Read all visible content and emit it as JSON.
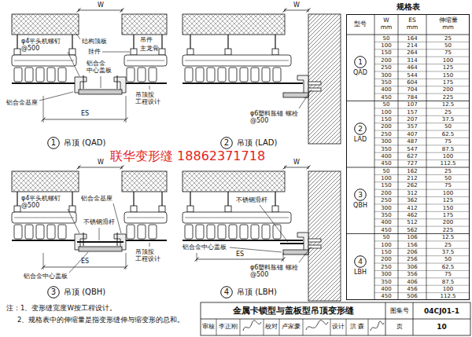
{
  "diagram": {
    "title": "金属卡锁型与盖板型吊顶变形缝",
    "nodes": [
      {
        "text": [
          "1",
          "吊顶 (QAD)"
        ]
      },
      {
        "text": [
          "2",
          "吊顶 (LAD)"
        ]
      },
      {
        "text": [
          "3",
          "吊顶 (QBH)"
        ]
      },
      {
        "text": [
          "4",
          "吊顶 (LBH)"
        ]
      },
      {
        "text": [
          "规格表"
        ]
      },
      {
        "text": [
          "1",
          "QAD"
        ],
        "in": 4
      },
      {
        "text": [
          "2",
          "LAD"
        ],
        "in": 4
      },
      {
        "text": [
          "3",
          "QBH"
        ],
        "in": 4
      },
      {
        "text": [
          "4",
          "LBH"
        ],
        "in": 4
      }
    ],
    "labels": [
      "W",
      "结构顶板",
      "吊件",
      "φ4平头机螺钉 @500",
      "挂件",
      "主龙骨",
      "铝合金 中心盖板",
      "铝合金基座",
      "ES",
      "吊顶按 工程设计",
      "W",
      "φ6塑料胀锚 螺栓@500",
      "W",
      "铝合金基座",
      "φ4平头机螺钉 @500",
      "不锈钢滑杆",
      "铝合金中心盖板",
      "吊顶按 工程设计",
      "ES",
      "W",
      "不锈钢滑杆",
      "铝合金中心盖板",
      "φ6塑料胀锚 螺栓@500",
      "ES",
      "联华变形缝 18862371718",
      "型号",
      "W mm",
      "ES mm",
      "伸缩量 mm",
      "50",
      "164",
      "25",
      "100",
      "214",
      "50",
      "150",
      "264",
      "75",
      "200",
      "314",
      "100",
      "250",
      "464",
      "125",
      "300",
      "544",
      "150",
      "350",
      "604",
      "175",
      "400",
      "704",
      "200",
      "450",
      "784",
      "225",
      "50",
      "107",
      "12.5",
      "100",
      "157",
      "25",
      "150",
      "207",
      "37.5",
      "200",
      "357",
      "50",
      "250",
      "407",
      "62.5",
      "300",
      "487",
      "75",
      "350",
      "547",
      "87.5",
      "400",
      "627",
      "100",
      "450",
      "727",
      "112.5",
      "50",
      "162",
      "25",
      "100",
      "212",
      "50",
      "150",
      "262",
      "75",
      "200",
      "312",
      "100",
      "250",
      "362",
      "125",
      "300",
      "412",
      "150",
      "350",
      "462",
      "175",
      "400",
      "512",
      "200",
      "450",
      "562",
      "225",
      "50",
      "106",
      "12.5",
      "100",
      "156",
      "25",
      "150",
      "206",
      "37.5",
      "200",
      "256",
      "50",
      "250",
      "306",
      "62.5",
      "300",
      "356",
      "75",
      "350",
      "406",
      "87.5",
      "400",
      "456",
      "100",
      "450",
      "506",
      "112.5",
      "注：1、变形缝宽度W按工程设计。",
      "2、规格表中的伸缩量是指变形缝伸与缩变形的总和。",
      "图集号",
      "04CJ01-1",
      "审核",
      "李正刚",
      "校对",
      "卢家豪",
      "设计",
      "洪 森",
      "页",
      "10"
    ]
  }
}
